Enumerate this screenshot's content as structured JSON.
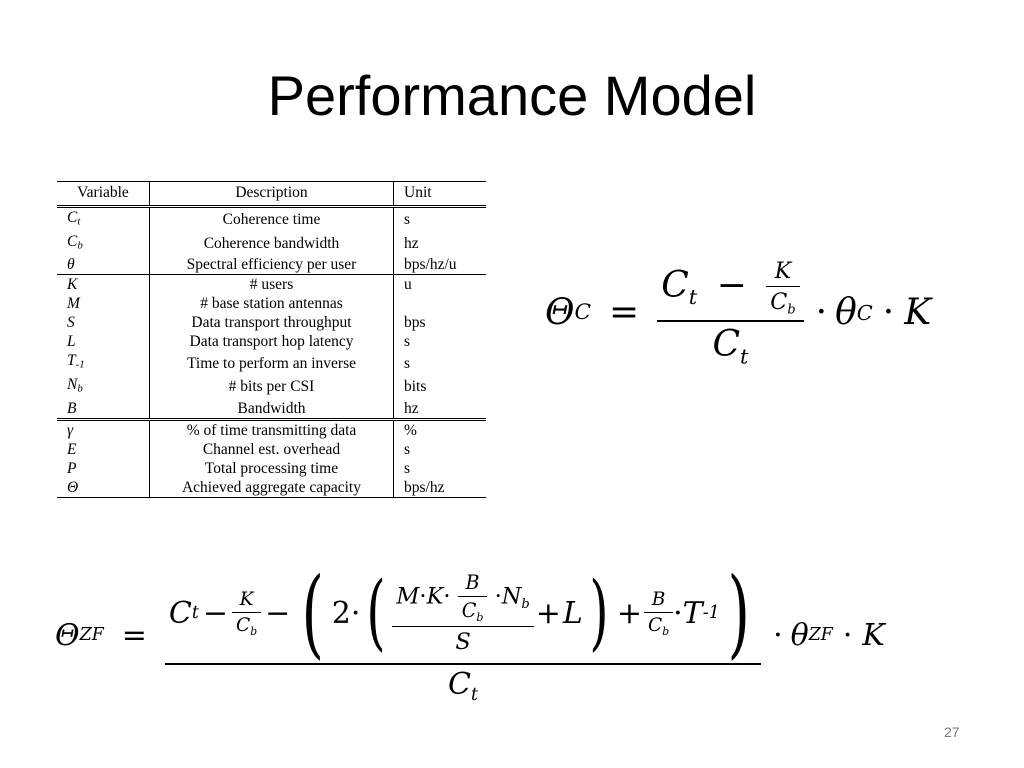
{
  "slide": {
    "title": "Performance Model",
    "page_number": "27"
  },
  "table": {
    "headers": [
      "Variable",
      "Description",
      "Unit"
    ],
    "rows": [
      [
        "C_t",
        "Coherence time",
        "s"
      ],
      [
        "C_b",
        "Coherence bandwidth",
        "hz"
      ],
      [
        "θ",
        "Spectral efficiency per user",
        "bps/hz/u"
      ],
      [
        "K",
        "# users",
        "u"
      ],
      [
        "M",
        "# base station antennas",
        ""
      ],
      [
        "S",
        "Data transport throughput",
        "bps"
      ],
      [
        "L",
        "Data transport hop latency",
        "s"
      ],
      [
        "T_-1",
        "Time to perform an inverse",
        "s"
      ],
      [
        "N_b",
        "# bits per CSI",
        "bits"
      ],
      [
        "B",
        "Bandwidth",
        "hz"
      ],
      [
        "γ",
        "% of time transmitting data",
        "%"
      ],
      [
        "E",
        "Channel est. overhead",
        "s"
      ],
      [
        "P",
        "Total processing time",
        "s"
      ],
      [
        "Θ",
        "Achieved aggregate capacity",
        "bps/hz"
      ]
    ]
  },
  "equations": {
    "theta_c": "Θ_C = (C_t − K/C_b) / C_t · θ_C · K",
    "theta_zf": "Θ_ZF = (C_t − K/C_b − (2·((M·K·(B/C_b)·N_b)/S + L) + (B/C_b)·T_-1)) / C_t · θ_ZF · K"
  }
}
